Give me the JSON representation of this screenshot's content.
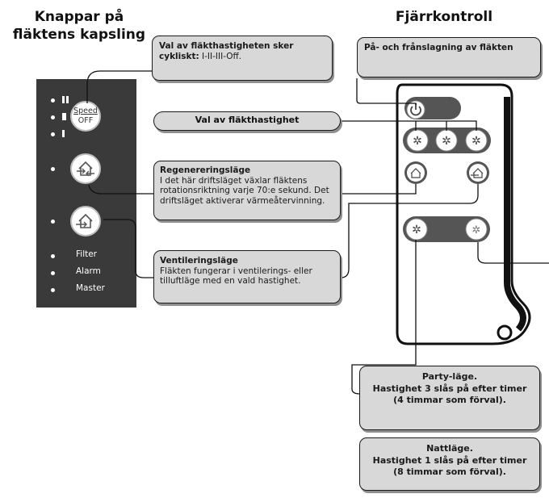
{
  "headings": {
    "left": "Knappar på fläktens kapsling",
    "right": "Fjärrkontroll"
  },
  "panel": {
    "speed_label": "Speed",
    "off_label": "OFF",
    "labels": [
      "Filter",
      "Alarm",
      "Master"
    ]
  },
  "callouts": {
    "speed_select": {
      "title": "Val av fläkthastigheten sker cykliskt:",
      "text": " I-II-III-Off."
    },
    "onoff": {
      "title": "På- och frånslagning av fläkten"
    },
    "fan_speed": {
      "title": "Val av fläkthastighet"
    },
    "regen": {
      "title": "Regenereringsläge",
      "text": "I det här driftsläget växlar fläktens rotationsriktning varje 70:e sekund. Det driftsläget aktiverar värmeåtervinning."
    },
    "vent": {
      "title": "Ventileringsläge",
      "text": "Fläkten fungerar i ventilerings- eller tilluftläge med en vald hastighet."
    },
    "party": {
      "line1": "Party-läge.",
      "line2": "Hastighet 3 slås på efter timer",
      "line3": "(4 timmar som förval)."
    },
    "night": {
      "line1": "Nattläge.",
      "line2": "Hastighet 1 slås på efter timer",
      "line3": "(8 timmar som förval)."
    }
  },
  "colors": {
    "panel": "#3a3a3a",
    "box_fill": "#d8d8d8",
    "remote_button": "#555555"
  }
}
